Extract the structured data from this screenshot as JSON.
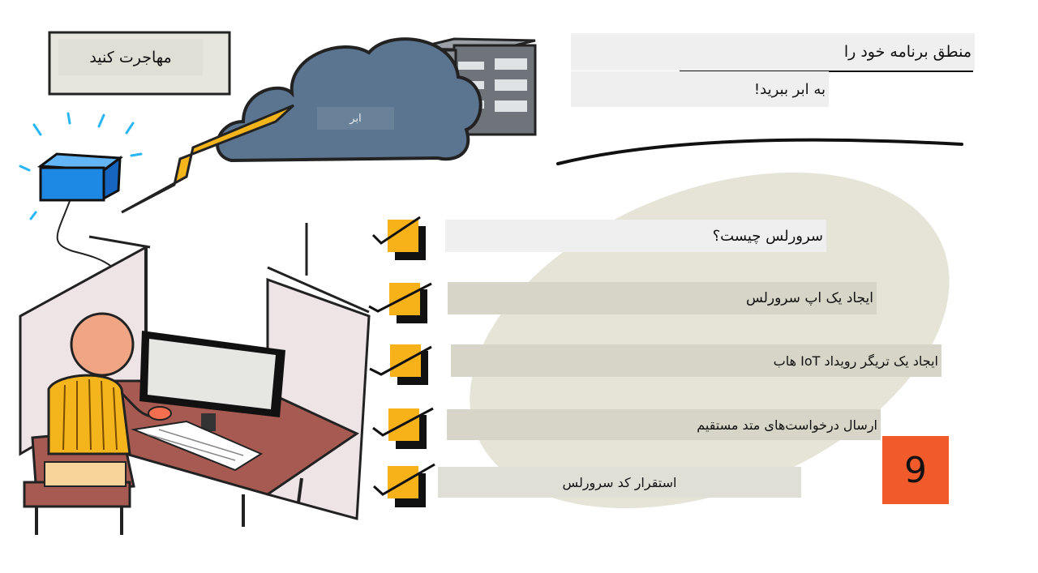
{
  "heading": {
    "line1": "منطق برنامه خود را",
    "line2": "به ابر ببرید!"
  },
  "migrate_label": "مهاجرت کنید",
  "cloud_label": "ابر",
  "checklist": [
    "سرورلس چیست؟",
    "ایجاد یک اپ سرورلس",
    "ایجاد یک تریگر رویداد IoT هاب",
    "ارسال درخواست‌های متد مستقیم",
    "استقرار کد سرورلس"
  ],
  "lesson_number": "9",
  "colors": {
    "badge": "#f15a2b",
    "checkbox": "#f7b21a",
    "cloud": "#5b7590",
    "device": "#1e88e5",
    "lightning": "#f3b51b",
    "ellipse": "#e6e4d6"
  }
}
